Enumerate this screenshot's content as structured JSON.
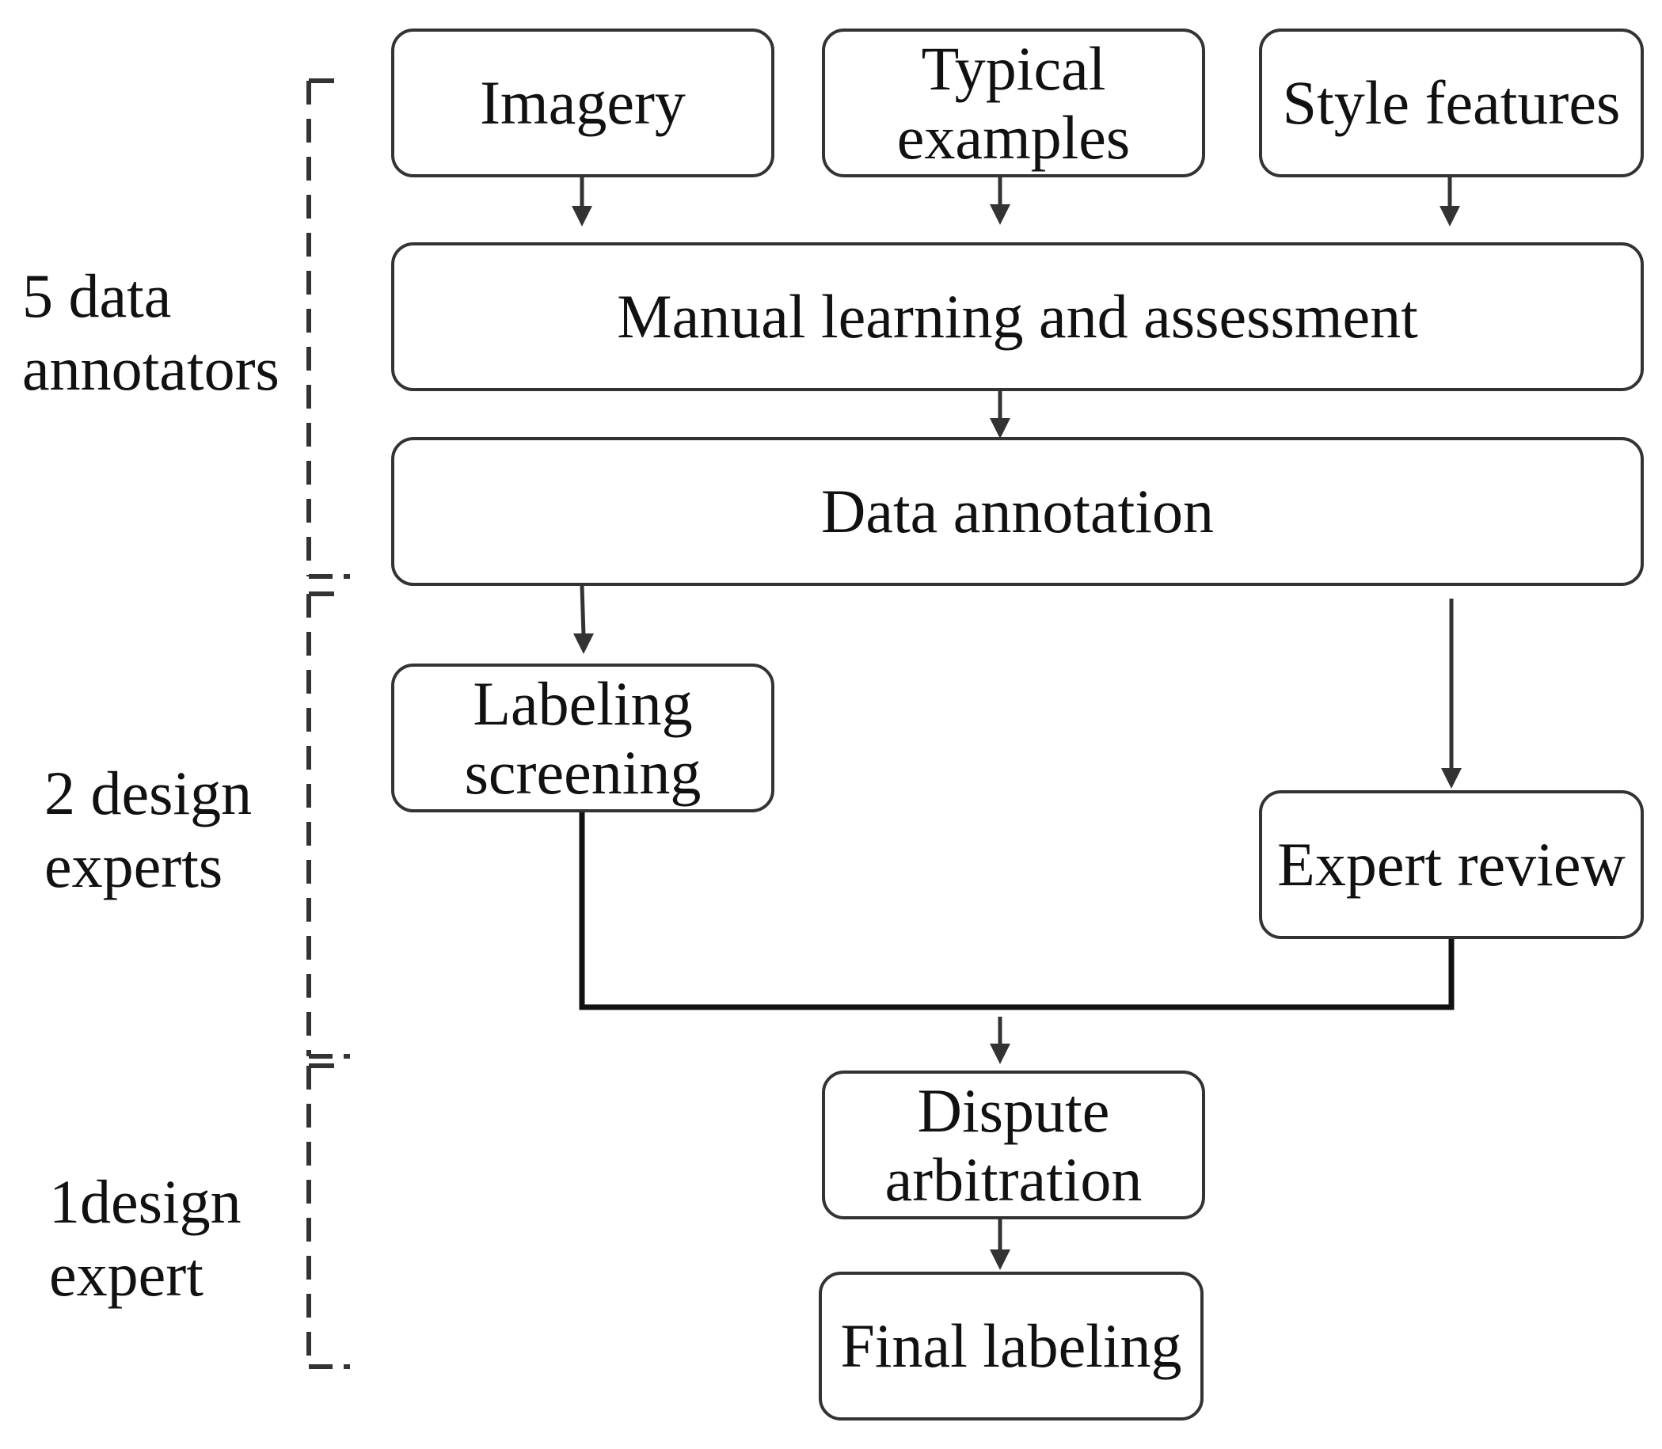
{
  "groups": [
    {
      "label": "5 data\nannotators"
    },
    {
      "label": "2 design\nexperts"
    },
    {
      "label": "1design\nexpert"
    }
  ],
  "nodes": {
    "imagery": "Imagery",
    "typical_examples": "Typical\nexamples",
    "style_features": "Style features",
    "manual_learning": "Manual learning and assessment",
    "data_annotation": "Data annotation",
    "labeling_screening": "Labeling\nscreening",
    "expert_review": "Expert review",
    "dispute_arbitration": "Dispute\narbitration",
    "final_labeling": "Final labeling"
  },
  "colors": {
    "stroke": "#333333",
    "text": "#111111",
    "background": "#ffffff"
  }
}
